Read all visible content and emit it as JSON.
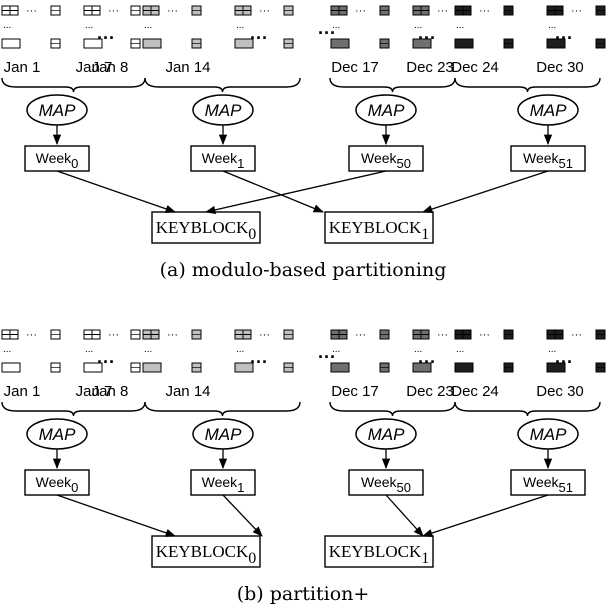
{
  "diagrams": [
    {
      "caption": "(a) modulo-based partitioning",
      "date_labels": [
        "Jan 1",
        "Jan 7",
        "Jan 8",
        "Jan 14",
        "Dec 17",
        "Dec 23",
        "Dec 24",
        "Dec 30"
      ],
      "map_labels": [
        "MAP",
        "MAP",
        "MAP",
        "MAP"
      ],
      "weeks": [
        {
          "base": "Week",
          "sub": "0"
        },
        {
          "base": "Week",
          "sub": "1"
        },
        {
          "base": "Week",
          "sub": "50"
        },
        {
          "base": "Week",
          "sub": "51"
        }
      ],
      "keyblocks": [
        {
          "base": "KEYBLOCK",
          "sub": "0"
        },
        {
          "base": "KEYBLOCK",
          "sub": "1"
        }
      ],
      "routing": [
        0,
        1,
        0,
        1
      ]
    },
    {
      "caption": "(b) partition+",
      "date_labels": [
        "Jan 1",
        "Jan 7",
        "Jan 8",
        "Jan 14",
        "Dec 17",
        "Dec 23",
        "Dec 24",
        "Dec 30"
      ],
      "map_labels": [
        "MAP",
        "MAP",
        "MAP",
        "MAP"
      ],
      "weeks": [
        {
          "base": "Week",
          "sub": "0"
        },
        {
          "base": "Week",
          "sub": "1"
        },
        {
          "base": "Week",
          "sub": "50"
        },
        {
          "base": "Week",
          "sub": "51"
        }
      ],
      "keyblocks": [
        {
          "base": "KEYBLOCK",
          "sub": "0"
        },
        {
          "base": "KEYBLOCK",
          "sub": "1"
        }
      ],
      "routing": [
        0,
        0,
        1,
        1
      ]
    }
  ],
  "colors": {
    "week_group_fills": [
      "#ffffff",
      "#c0c0c0",
      "#707070",
      "#1e1e1e"
    ],
    "line": "#000000"
  }
}
